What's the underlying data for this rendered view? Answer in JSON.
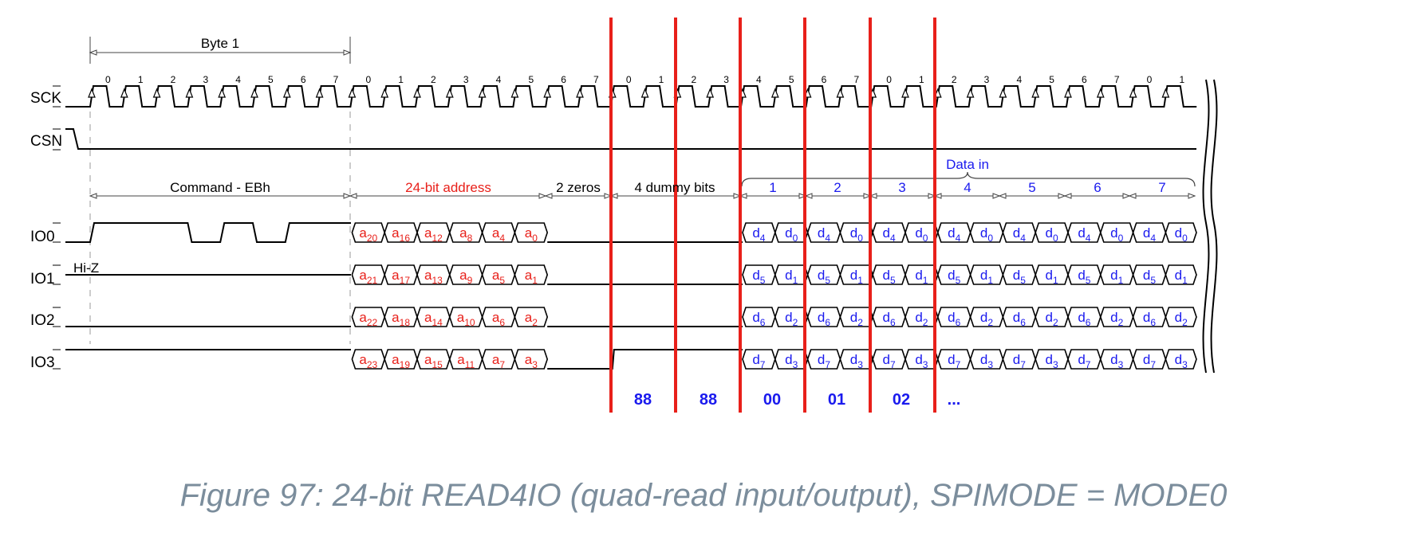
{
  "signals": {
    "sck": "SCK",
    "csn": "CSN",
    "io0": "IO0",
    "io1": "IO1",
    "io2": "IO2",
    "io3": "IO3",
    "hiz": "Hi-Z"
  },
  "annotations": {
    "byte1": "Byte 1",
    "command": "Command - EBh",
    "address": "24-bit address",
    "zeros": "2 zeros",
    "dummy": "4 dummy bits",
    "data_in": "Data in",
    "data_groups": [
      "1",
      "2",
      "3",
      "4",
      "5",
      "6",
      "7"
    ]
  },
  "clock_labels": [
    "0",
    "1",
    "2",
    "3",
    "4",
    "5",
    "6",
    "7",
    "0",
    "1",
    "2",
    "3",
    "4",
    "5",
    "6",
    "7",
    "0",
    "1",
    "2",
    "3",
    "4",
    "5",
    "6",
    "7",
    "0",
    "1",
    "2",
    "3",
    "4",
    "5",
    "6",
    "7",
    "0",
    "1"
  ],
  "address_bits": {
    "io0": [
      "a20",
      "a16",
      "a12",
      "a8",
      "a4",
      "a0"
    ],
    "io1": [
      "a21",
      "a17",
      "a13",
      "a9",
      "a5",
      "a1"
    ],
    "io2": [
      "a22",
      "a18",
      "a14",
      "a10",
      "a6",
      "a2"
    ],
    "io3": [
      "a23",
      "a19",
      "a15",
      "a11",
      "a7",
      "a3"
    ]
  },
  "data_bits": {
    "io0": [
      "d4",
      "d0"
    ],
    "io1": [
      "d5",
      "d1"
    ],
    "io2": [
      "d6",
      "d2"
    ],
    "io3": [
      "d7",
      "d3"
    ]
  },
  "hex_values": [
    "88",
    "88",
    "00",
    "01",
    "02",
    "..."
  ],
  "caption": "Figure 97: 24-bit READ4IO (quad-read input/output), SPIMODE = MODE0",
  "colors": {
    "signal": "#000000",
    "address": "#e8201a",
    "data": "#1a1aee",
    "marker": "#e8201a",
    "guide": "#bbbbbb",
    "caption": "#7b8d9c"
  }
}
